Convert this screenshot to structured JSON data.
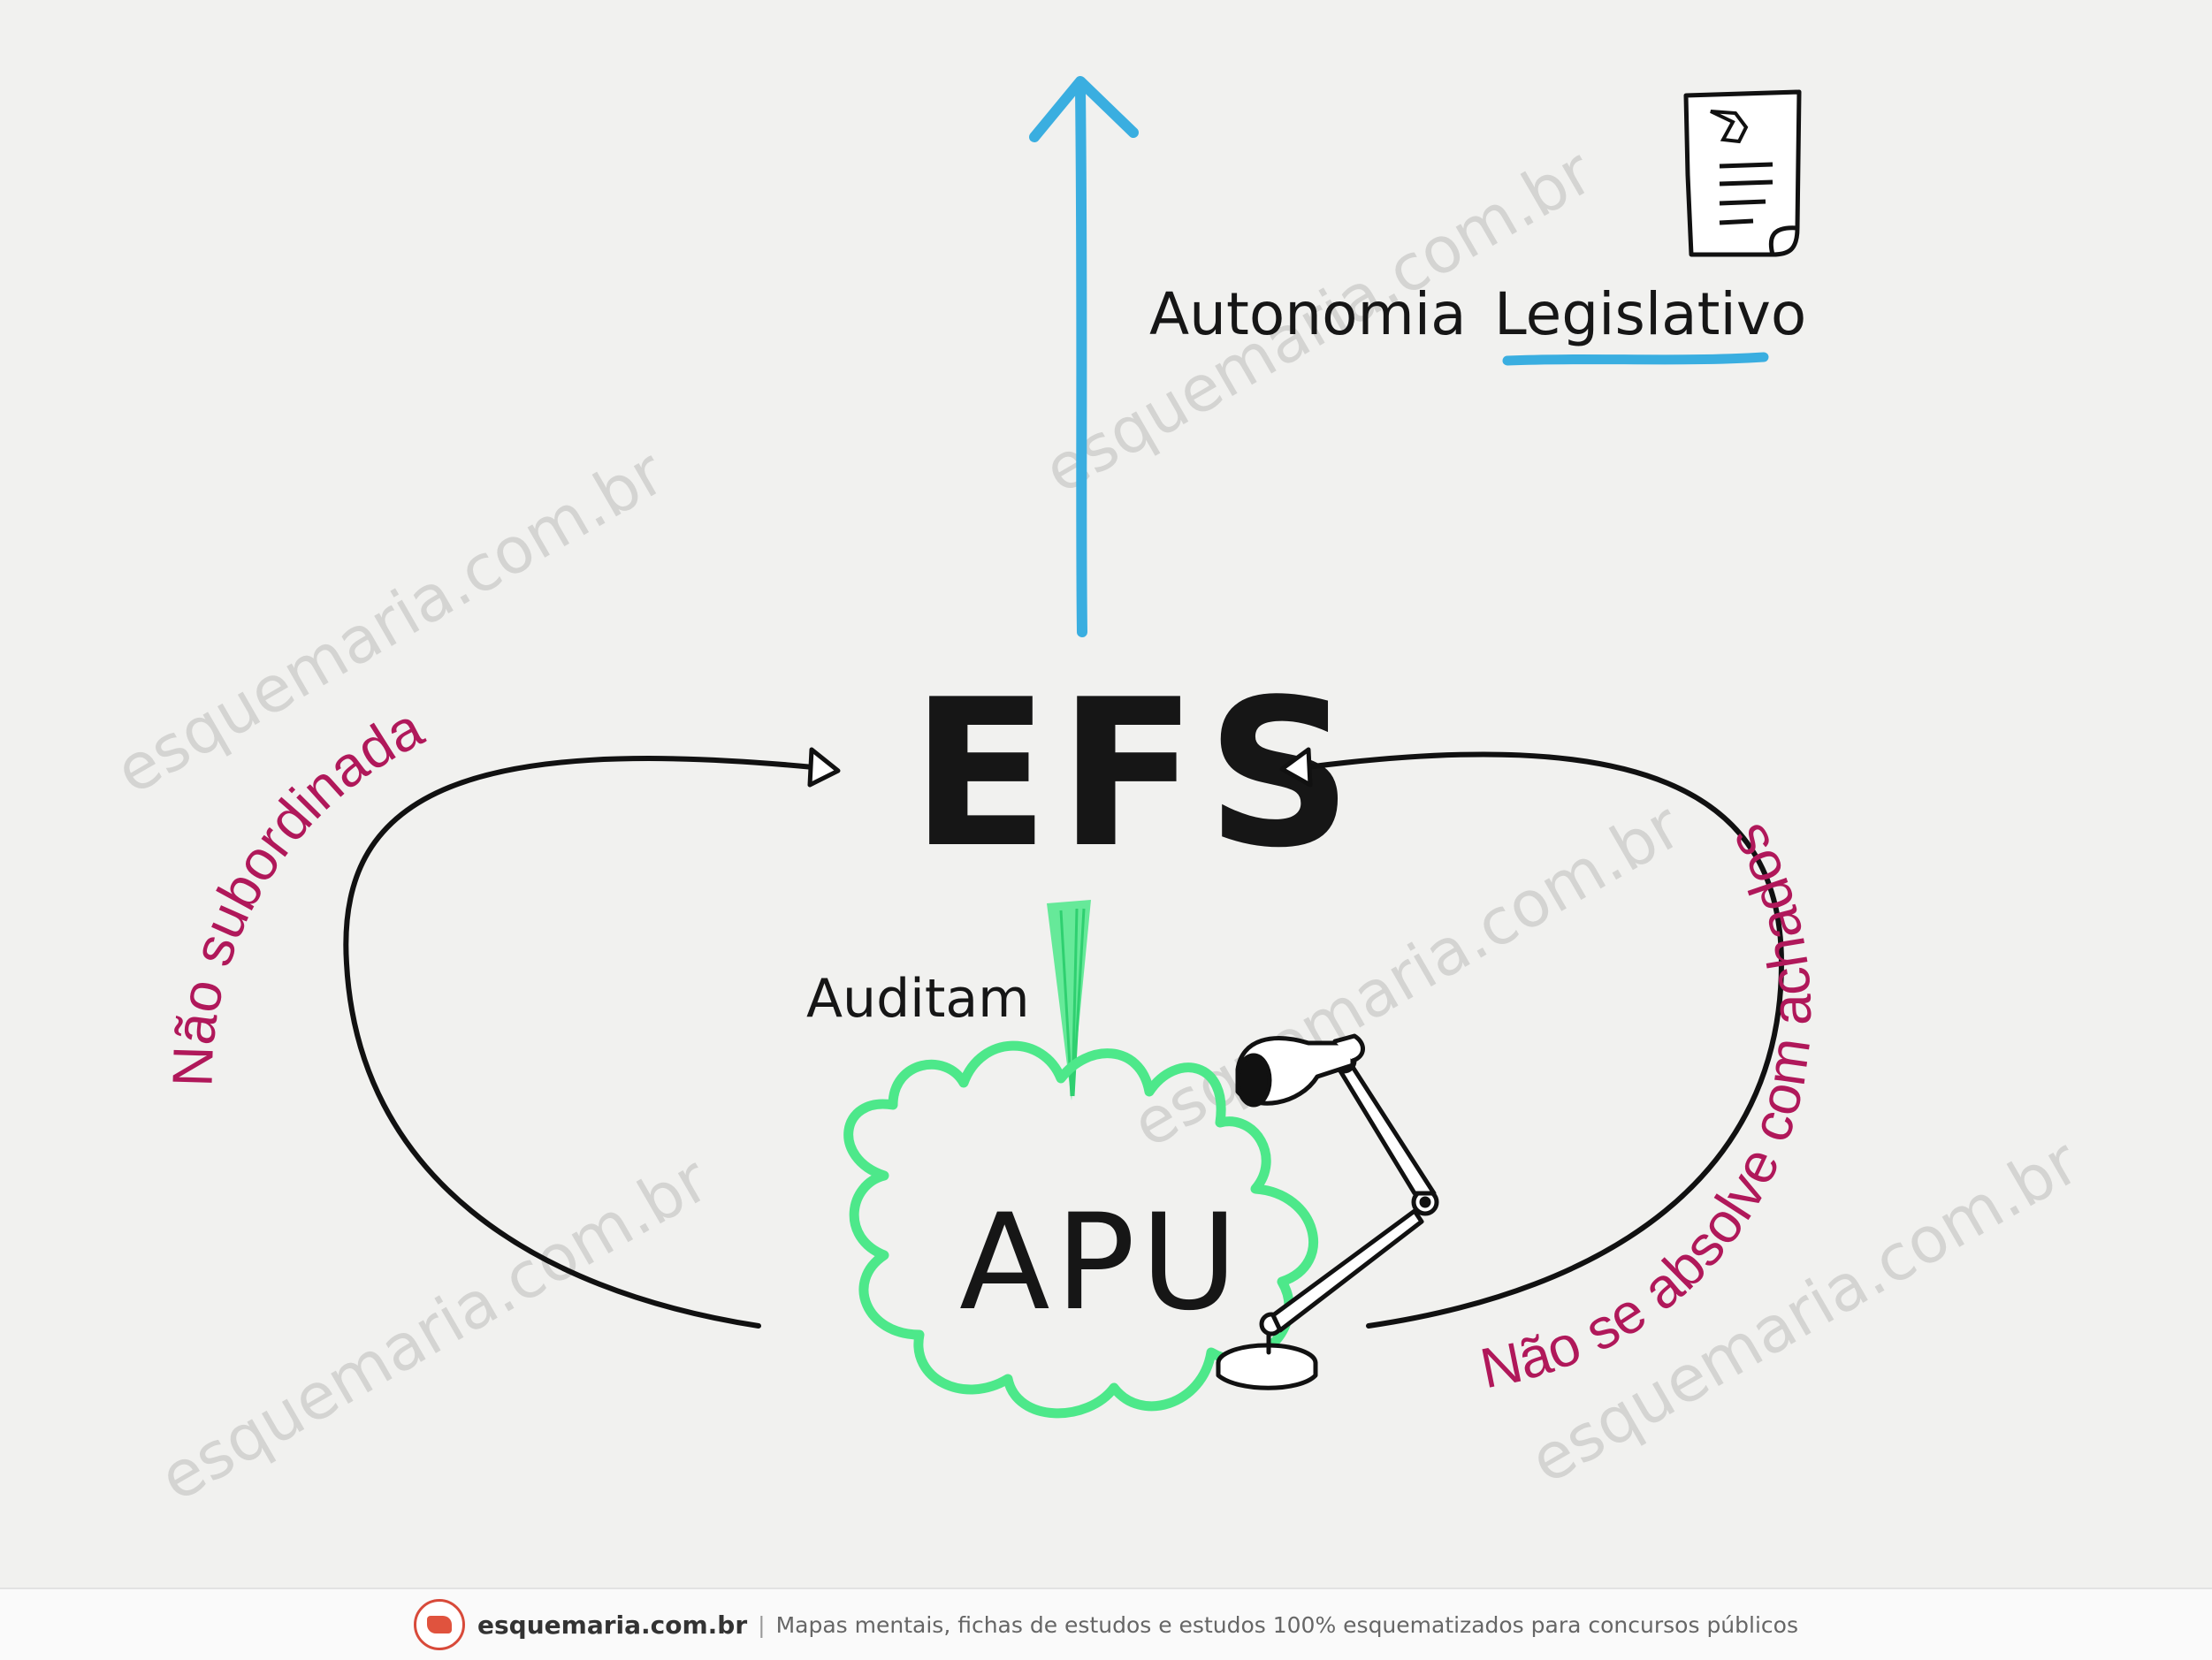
{
  "nodes": {
    "efs": "EFS",
    "apu": "APU"
  },
  "labels": {
    "autonomia": "Autonomia",
    "legislativo": "Legislativo",
    "auditam": "Auditam",
    "nao_subordinada": "Não subordinada",
    "nao_absolve": "Não se absolve com achados"
  },
  "watermark": "esquemaria.com.br",
  "footer": {
    "brand": "esquemaria.com.br",
    "separator": "|",
    "tagline": "Mapas mentais, fichas de estudos e estudos 100% esquematizados para concursos públicos"
  },
  "colors": {
    "blue_arrow": "#3aaee0",
    "green": "#4de88a",
    "pink_text": "#b0185a",
    "ink": "#161616"
  },
  "icons": [
    "document-icon",
    "desk-lamp-icon",
    "logo-icon"
  ]
}
